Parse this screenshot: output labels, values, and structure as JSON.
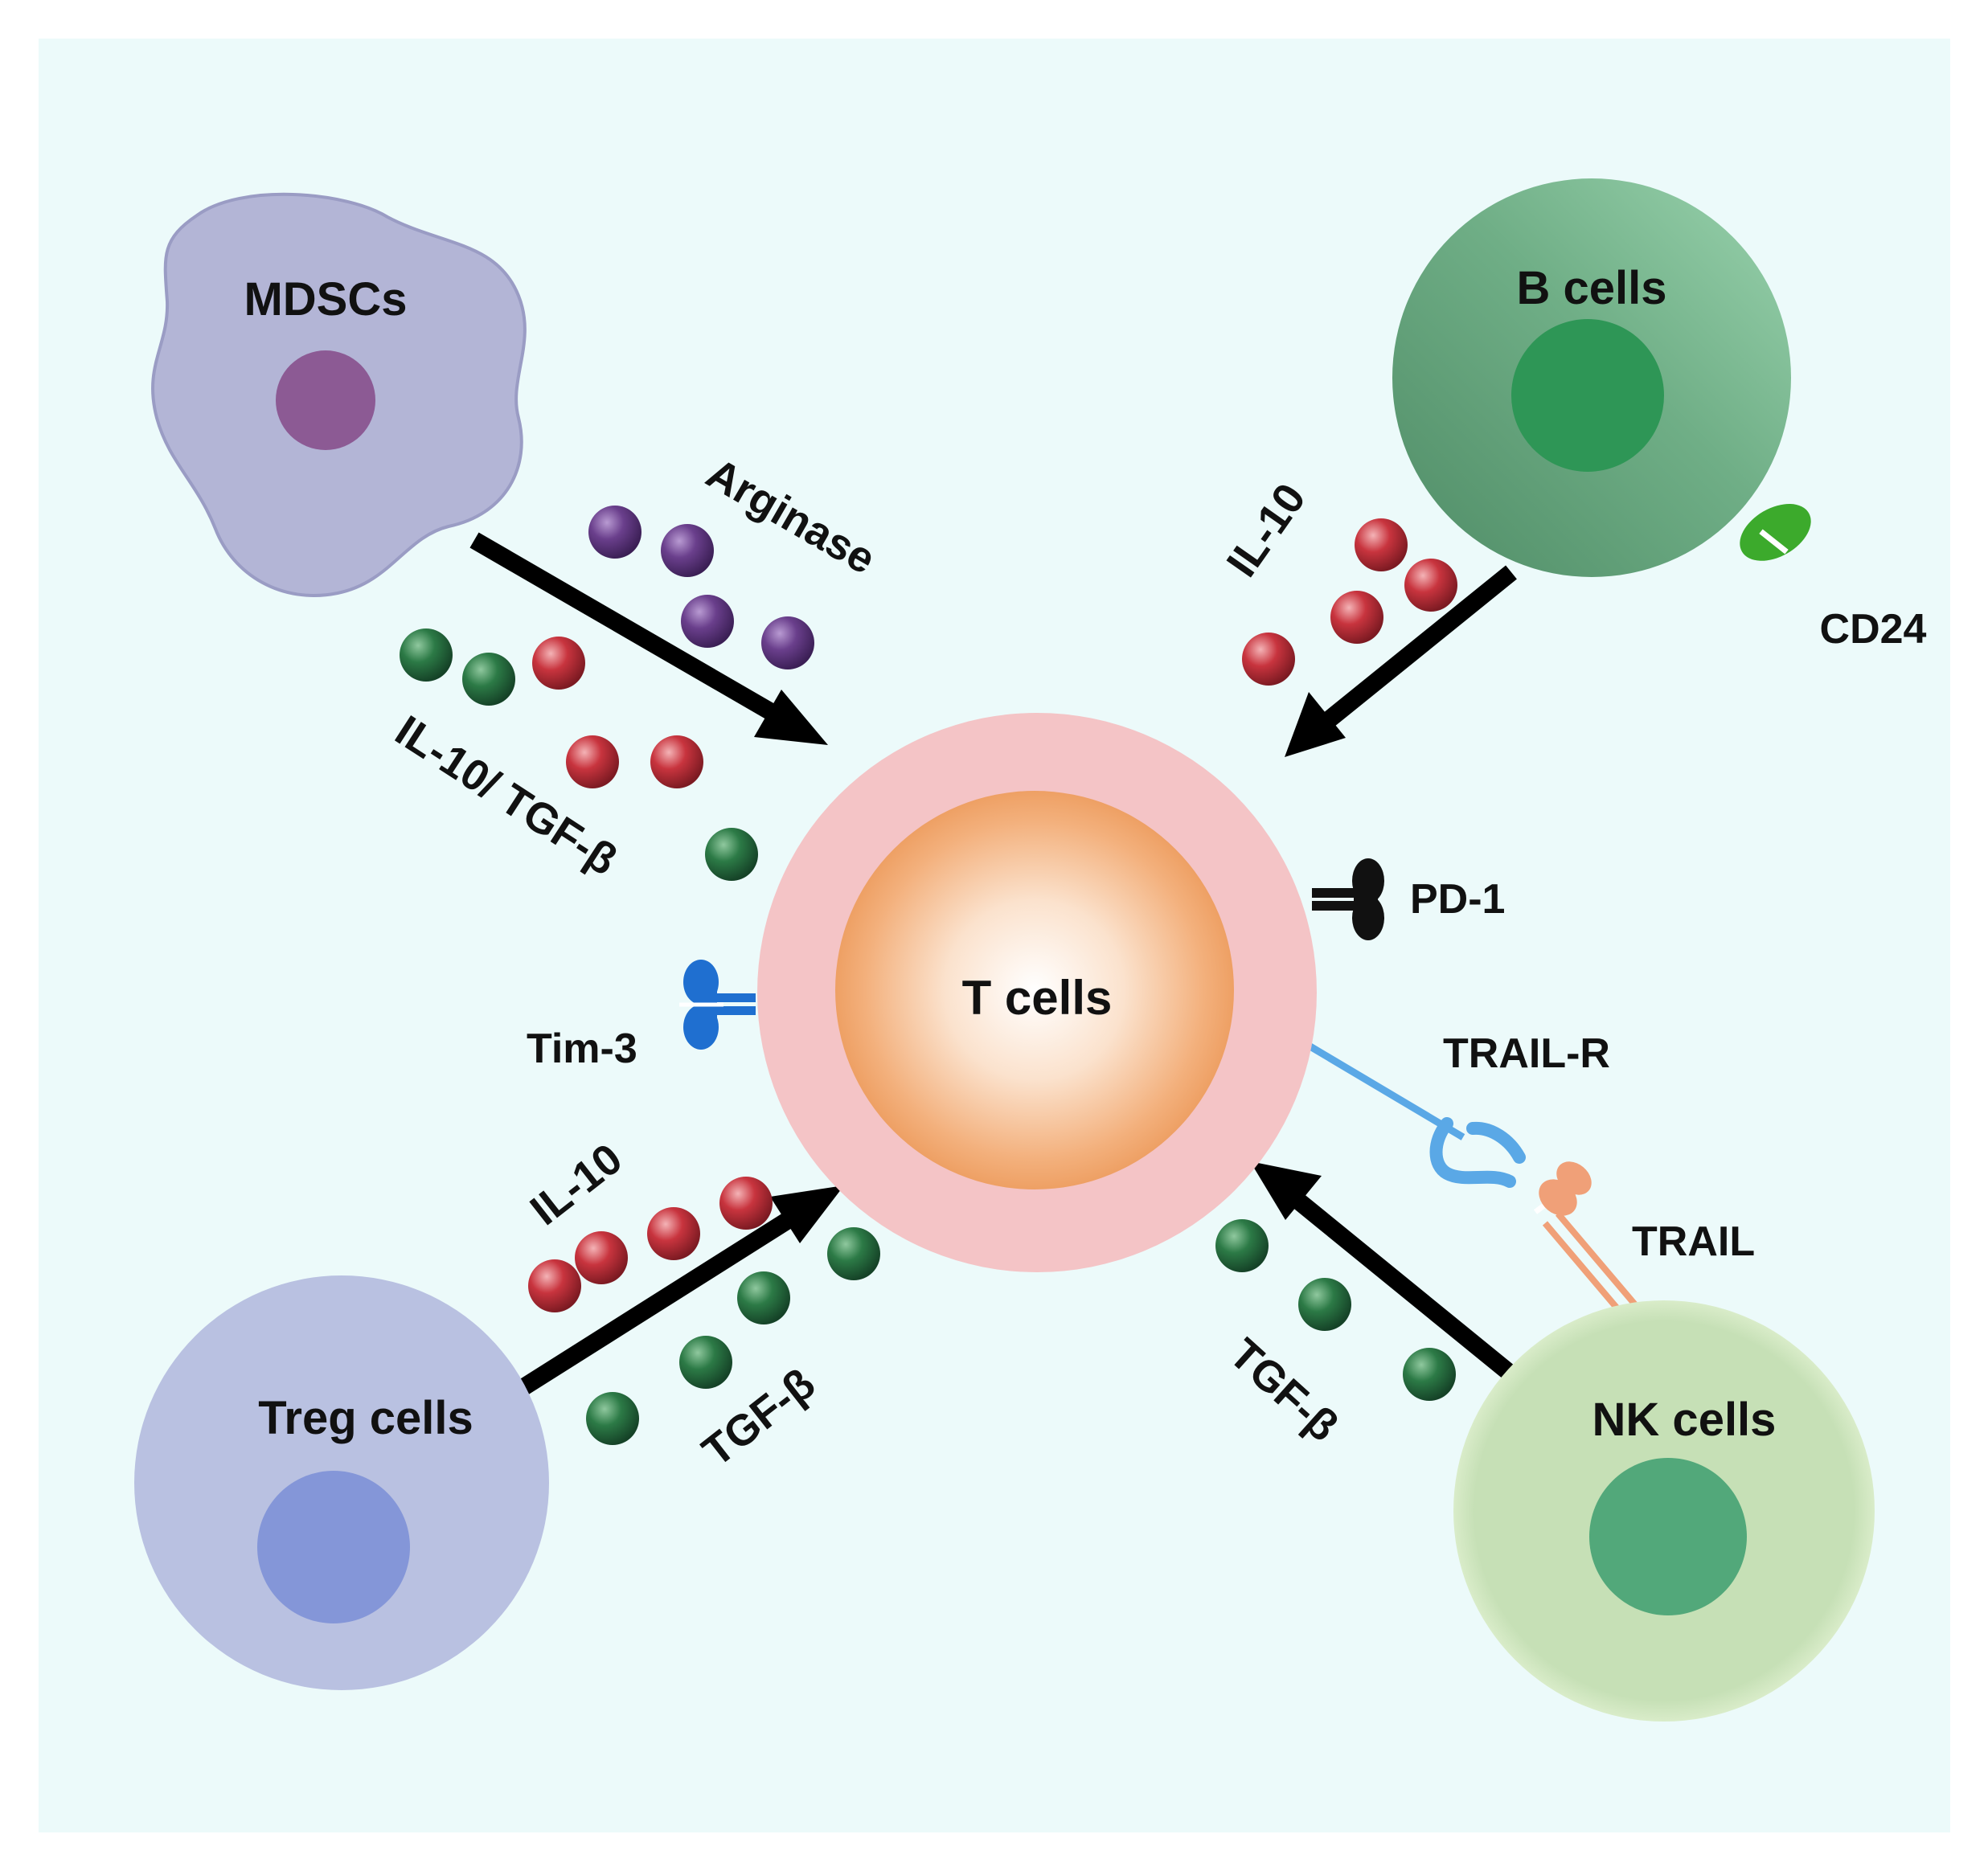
{
  "cells": {
    "t_cells": "T cells",
    "mdscs": "MDSCs",
    "b_cells": "B cells",
    "treg_cells": "Treg cells",
    "nk_cells": "NK cells"
  },
  "molecules": {
    "arginase": "Arginase",
    "il10_tgfb": "IL-10/ TGF-β",
    "il10_b": "IL-10",
    "il10_treg": "IL-10",
    "tgfb_treg": "TGF-β",
    "tgfb_nk": "TGF-β"
  },
  "receptors": {
    "pd1": "PD-1",
    "tim3": "Tim-3",
    "cd24": "CD24",
    "trail_r": "TRAIL-R",
    "trail": "TRAIL"
  },
  "colors": {
    "background": "#ecfafa",
    "t_cell_outer": "#f4c4c6",
    "t_cell_inner": "#f0a060",
    "mdsc_body": "#b3b5d6",
    "mdsc_nucleus": "#8c5a94",
    "b_cell_body": "#6fae86",
    "b_cell_nucleus": "#2e9656",
    "treg_body": "#b9c1e1",
    "treg_nucleus": "#8496d8",
    "nk_body": "#c6e0b6",
    "nk_nucleus": "#52a87a",
    "arginase_bead": "#6a3f8c",
    "il10_bead": "#c8343e",
    "tgfb_bead": "#2c7a46",
    "pd1": "#111111",
    "tim3": "#1f6fd0",
    "cd24": "#3caa2c",
    "trail_r": "#5aa8e6",
    "trail": "#f0a078",
    "arrow": "#000000"
  }
}
